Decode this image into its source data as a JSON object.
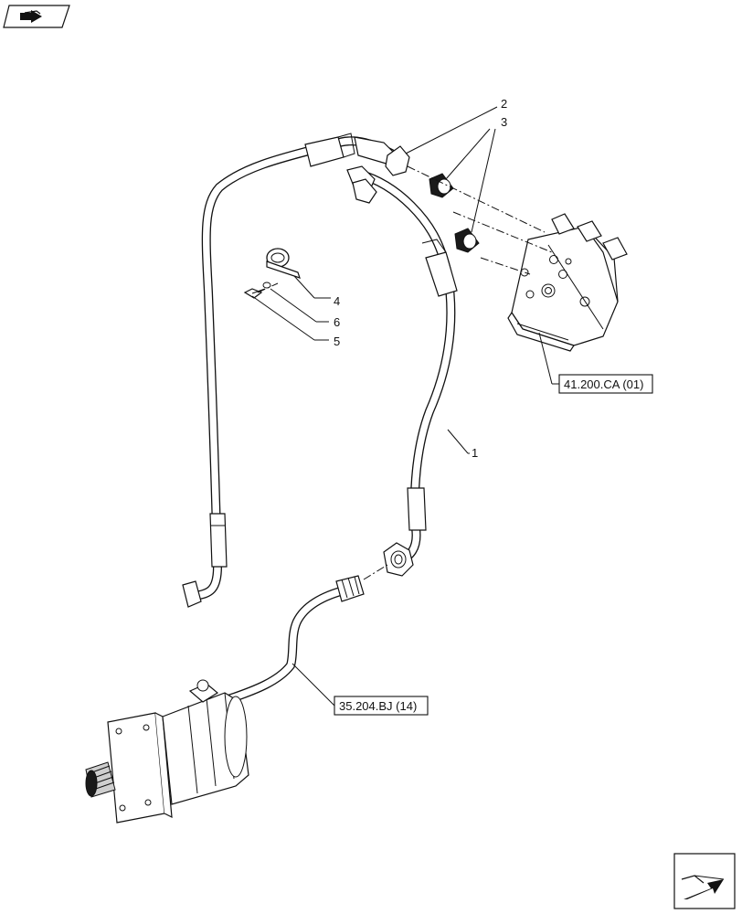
{
  "callouts": {
    "item_1": "1",
    "item_2": "2",
    "item_3": "3",
    "item_4": "4",
    "item_5": "5",
    "item_6": "6"
  },
  "references": {
    "steering_unit": "41.200.CA (01)",
    "pump": "35.204.BJ (14)"
  },
  "icons": {
    "top_left": "previous-page-arrow-icon",
    "bottom_right": "next-page-arrow-icon"
  }
}
